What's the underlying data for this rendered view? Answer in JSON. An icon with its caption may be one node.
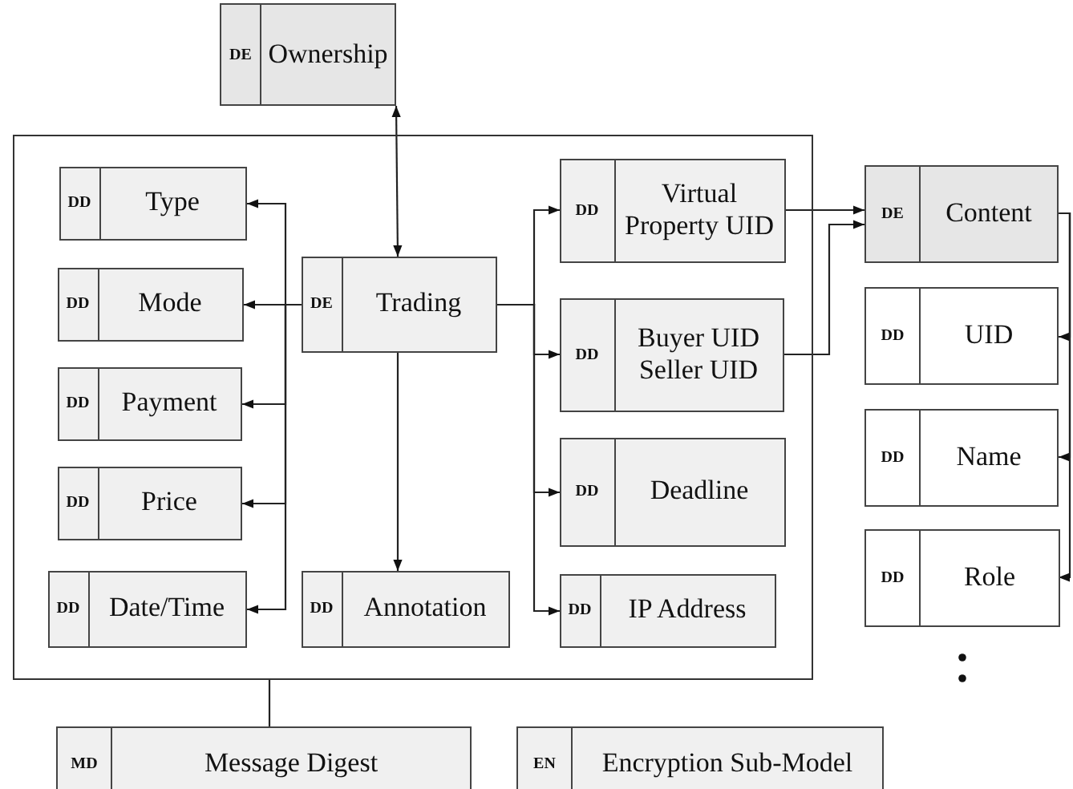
{
  "diagram": {
    "nodes": [
      {
        "text": [
          "DE",
          "Ownership"
        ]
      },
      {
        "text": [],
        "shape": "box"
      },
      {
        "text": [
          "DE",
          "Trading"
        ],
        "in": 1
      },
      {
        "text": [
          "DD",
          "Type"
        ],
        "in": 1
      },
      {
        "text": [
          "DD",
          "Mode"
        ],
        "in": 1
      },
      {
        "text": [
          "DD",
          "Payment"
        ],
        "in": 1
      },
      {
        "text": [
          "DD",
          "Price"
        ],
        "in": 1
      },
      {
        "text": [
          "DD",
          "Date/Time"
        ],
        "in": 1
      },
      {
        "text": [
          "DD",
          "Annotation"
        ],
        "in": 1
      },
      {
        "text": [
          "DD",
          "Virtual Property UID"
        ],
        "in": 1
      },
      {
        "text": [
          "DD",
          "Buyer UID Seller UID"
        ],
        "in": 1
      },
      {
        "text": [
          "DD",
          "Deadline"
        ],
        "in": 1
      },
      {
        "text": [
          "DD",
          "IP Address"
        ],
        "in": 1
      },
      {
        "text": [
          "DE",
          "Content"
        ]
      },
      {
        "text": [
          "DD",
          "UID"
        ]
      },
      {
        "text": [
          "DD",
          "Name"
        ]
      },
      {
        "text": [
          "DD",
          "Role"
        ]
      },
      {
        "text": [
          "MD",
          "Message Digest"
        ]
      },
      {
        "text": [
          "EN",
          "Encryption Sub-Model"
        ]
      }
    ],
    "edges": [
      {
        "from": 0,
        "to": 2,
        "arrow": "both"
      },
      {
        "from": 2,
        "to": 3,
        "arrow": "to"
      },
      {
        "from": 2,
        "to": 4,
        "arrow": "to"
      },
      {
        "from": 2,
        "to": 5,
        "arrow": "to"
      },
      {
        "from": 2,
        "to": 6,
        "arrow": "to"
      },
      {
        "from": 2,
        "to": 7,
        "arrow": "to"
      },
      {
        "from": 2,
        "to": 8,
        "arrow": "to"
      },
      {
        "from": 2,
        "to": 9,
        "arrow": "to"
      },
      {
        "from": 2,
        "to": 10,
        "arrow": "to"
      },
      {
        "from": 2,
        "to": 11,
        "arrow": "to"
      },
      {
        "from": 2,
        "to": 12,
        "arrow": "to"
      },
      {
        "from": 9,
        "to": 13,
        "arrow": "to"
      },
      {
        "from": 10,
        "to": 13,
        "arrow": "to"
      },
      {
        "from": 13,
        "to": 14,
        "arrow": "to"
      },
      {
        "from": 13,
        "to": 15,
        "arrow": "to"
      },
      {
        "from": 13,
        "to": 16,
        "arrow": "to"
      },
      {
        "from": 1,
        "to": 17,
        "arrow": "none"
      }
    ]
  }
}
